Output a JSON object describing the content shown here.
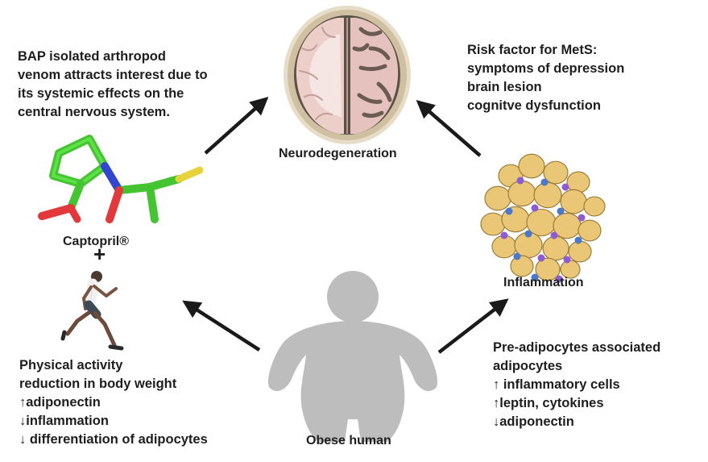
{
  "top_left_text": [
    "BAP isolated arthropod",
    "venom attracts interest due to",
    "its systemic effects on the",
    "central nervous system."
  ],
  "top_right_text": [
    "Risk factor for MetS:",
    "symptoms of depression",
    "brain lesion",
    "cognitve dysfunction"
  ],
  "bottom_left_text": [
    "Physical activity",
    "reduction in body weight",
    "↑adiponectin",
    "↓inflammation",
    "↓ differentiation of adipocytes"
  ],
  "bottom_right_text": [
    "Pre-adipocytes associated",
    "adipocytes",
    "↑ inflammatory cells",
    "↑leptin, cytokines",
    "↓adiponectin"
  ],
  "labels": {
    "neuro": "Neurodegeneration",
    "captopril": "Captopril®",
    "plus": "+",
    "inflammation": "Inflammation",
    "obese": "Obese human"
  },
  "colors": {
    "arrow": "#1a1a1a",
    "brain_cortex": "#e9c9c5",
    "brain_white": "#f3e2de",
    "skull": "#d8c7a8",
    "carbon": "#4fcf3a",
    "nitrogen": "#3344cc",
    "oxygen": "#e23a3a",
    "sulfur": "#e6d23a",
    "adipocyte": "#e9c777",
    "immune_purple": "#8e5bd0",
    "immune_blue": "#4b78c8",
    "human_silhouette": "#bdbdbd"
  }
}
